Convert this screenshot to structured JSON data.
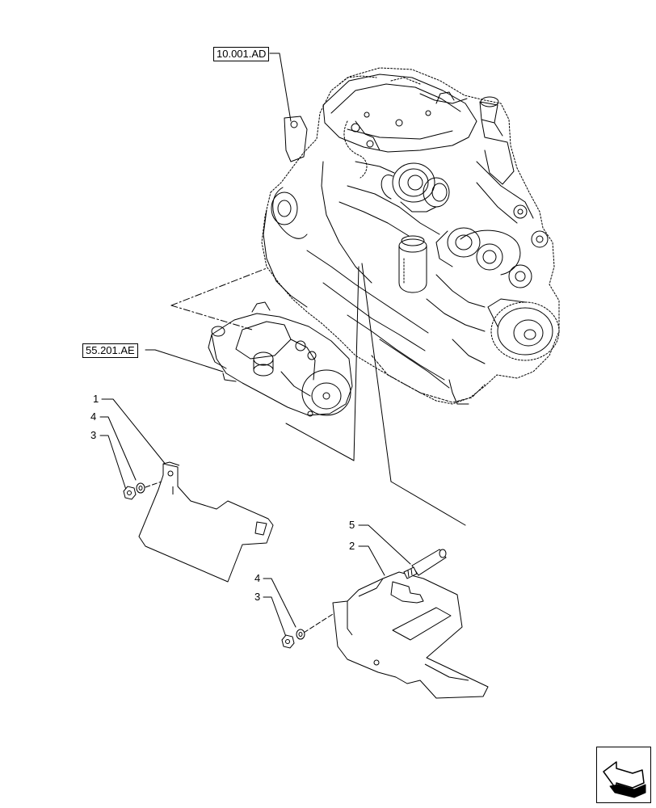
{
  "references": {
    "engine": "10.001.AD",
    "starter": "55.201.AE"
  },
  "callouts": {
    "c1": "1",
    "c4_upper": "4",
    "c3_upper": "3",
    "c5": "5",
    "c2": "2",
    "c4_lower": "4",
    "c3_lower": "3"
  },
  "icons": {
    "navigation": "next-page-arrow-icon"
  }
}
